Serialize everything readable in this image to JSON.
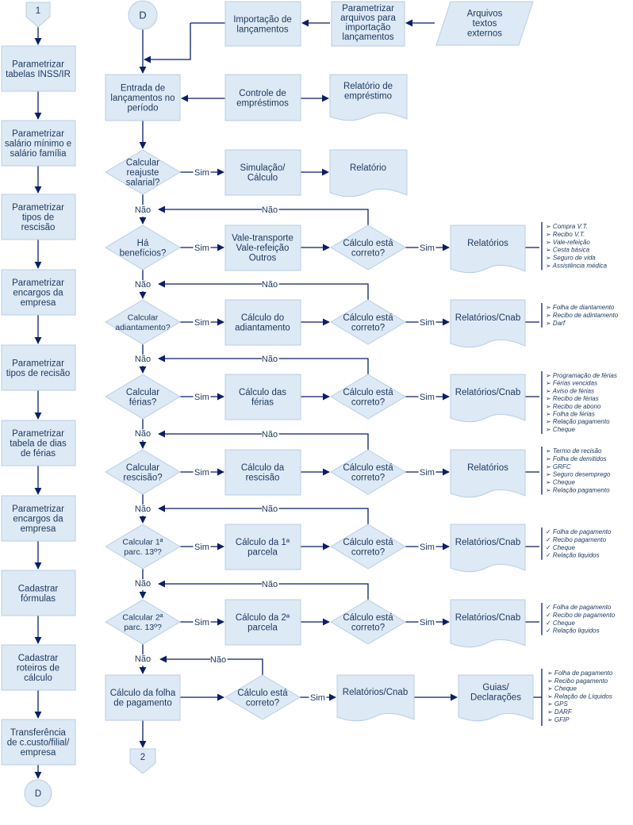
{
  "diagram": {
    "colors": {
      "fill": "#dde9f5",
      "stroke": "#b8cee6",
      "line": "#0b1f66",
      "text": "#1f3a60"
    },
    "left_column": [
      "1",
      "Parametrizar\ntabelas INSS/IR",
      "Parametrizar\nsalário mínimo e\nsalário família",
      "Parametrizar\ntipos de\nrescisão",
      "Parametrizar\nencargos da\nempresa",
      "Parametrizar\ntipos de recisão",
      "Parametrizar\ntabela de dias\nde férias",
      "Parametrizar\nencargos da\nempresa",
      "Cadastrar\nfórmulas",
      "Cadastrar\nroteiros de\ncálculo",
      "Transferência\nde c.custo/filial/\nempresa",
      "D"
    ],
    "top": {
      "connector_d": "D",
      "import": "Importação de\nlançamentos",
      "param_import": "Parametrizar\narquivos para\nimportação\nlançamentos",
      "external_files": "Arquivos\ntextos\nexternos",
      "entry": "Entrada de\nlançamentos no\nperíodo",
      "loan_control": "Controle de\nempréstimos",
      "loan_report": "Relatório de\nempréstimo"
    },
    "labels": {
      "yes": "Sim",
      "no": "Não"
    },
    "reajuste": {
      "decision": "Calcular\nreajuste\nsalarial?",
      "process": "Simulação/\nCálculo",
      "report": "Relatório"
    },
    "check": "Cálculo está\ncorreto?",
    "rows": [
      {
        "decision": "Há\nbenefícios?",
        "process": "Vale-transporte\nVale-refeição\nOutros",
        "report": "Relatórios",
        "items": [
          "Compra V.T.",
          "Recibo V.T.",
          "Vale-refeição",
          "Cesta básica",
          "Seguro de vida",
          "Assistência médica"
        ]
      },
      {
        "decision": "Calcular\nadiantamento?",
        "process": "Cálculo do\nadiantamento",
        "report": "Relatórios/Cnab",
        "items": [
          "Folha de diantamento",
          "Recibo de adintamento",
          "Darf"
        ]
      },
      {
        "decision": "Calcular\nférias?",
        "process": "Cálculo das\nférias",
        "report": "Relatórios/Cnab",
        "items": [
          "Programação de férias",
          "Férias vencidas",
          "Aviso de férias",
          "Recibo de férias",
          "Recibo de abono",
          "Folha de férias",
          "Relação  pagamento",
          "Cheque"
        ]
      },
      {
        "decision": "Calcular\nrescisão?",
        "process": "Cálculo da\nrescisão",
        "report": "Relatórios",
        "items": [
          "Termo de recisão",
          "Folha de demitidos",
          "GRFC",
          "Seguro desemprego",
          "Cheque",
          "Relação pagamento"
        ]
      },
      {
        "decision": "Calcular 1ª\nparc. 13º?",
        "process": "Cálculo da 1ª\nparcela",
        "report": "Relatórios/Cnab",
        "items": [
          "Folha de pagamento",
          "Recibo pagamento",
          "Cheque",
          "Relação liquidos"
        ]
      },
      {
        "decision": "Calcular 2ª\nparc. 13º?",
        "process": "Cálculo da 2ª\nparcela",
        "report": "Relatórios/Cnab",
        "items": [
          "Folha de pagamento",
          "Recibo de pagamento",
          "Cheque",
          "Relação liquidos"
        ]
      }
    ],
    "final": {
      "process": "Cálculo da folha\nde pagamento",
      "check": "Cálculo está\ncorreto?",
      "report": "Relatórios/Cnab",
      "guides": "Guias/\nDeclarações",
      "items": [
        "Folha de pagamento",
        "Recibo pagamento",
        "Cheque",
        "Relação de Líquidos",
        "GPS",
        "DARF",
        "GFIP"
      ],
      "end_connector": "2"
    }
  }
}
